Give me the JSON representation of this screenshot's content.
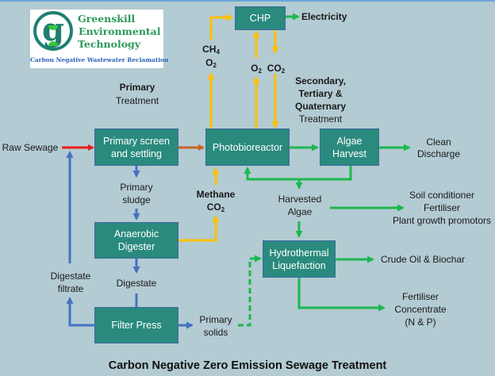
{
  "logo": {
    "icon": "g-circle-logo-icon",
    "name_lines": [
      "Greenskill",
      "Environmental",
      "Technology"
    ],
    "tagline": "Carbon Negative Wastewater Reclamation"
  },
  "title": "Carbon Negative Zero Emission Sewage Treatment",
  "stages": {
    "primary": {
      "bold": "Primary",
      "normal": "Treatment"
    },
    "secondary": {
      "bold_lines": [
        "Secondary,",
        "Tertiary &",
        "Quaternary"
      ],
      "normal": "Treatment"
    }
  },
  "boxes": {
    "chp": "CHP",
    "primary_screen": [
      "Primary screen",
      "and settling"
    ],
    "photobioreactor": "Photobioreactor",
    "algae_harvest": [
      "Algae",
      "Harvest"
    ],
    "anaerobic_digester": [
      "Anaerobic",
      "Digester"
    ],
    "htl": [
      "Hydrothermal",
      "Liquefaction"
    ],
    "filter_press": "Filter Press"
  },
  "labels": {
    "raw_sewage": "Raw Sewage",
    "electricity": "Electricity",
    "ch4": {
      "base": "CH",
      "sub": "4"
    },
    "o2_left": {
      "base": "O",
      "sub": "2"
    },
    "o2_mid": {
      "base": "O",
      "sub": "2"
    },
    "co2_mid": {
      "base": "CO",
      "sub": "2"
    },
    "clean_discharge": [
      "Clean",
      "Discharge"
    ],
    "primary_sludge": [
      "Primary",
      "sludge"
    ],
    "methane": "Methane",
    "methane_co2": {
      "base": "CO",
      "sub": "2"
    },
    "harvested_algae": [
      "Harvested",
      "Algae"
    ],
    "soil_products": [
      "Soil conditioner",
      "Fertiliser",
      "Plant growth promotors"
    ],
    "crude_oil": "Crude Oil & Biochar",
    "fertiliser_conc": [
      "Fertiliser",
      "Concentrate",
      "(N & P)"
    ],
    "digestate": "Digestate",
    "digestate_filtrate": [
      "Digestate",
      "filtrate"
    ],
    "primary_solids": [
      "Primary",
      "solids"
    ]
  },
  "colors": {
    "background": "#b3cbd2",
    "box_fill": "#2a8a7e",
    "box_border": "#3f6aa0",
    "raw_sewage_arrow": "#ee1c1c",
    "sludge_arrow": "#c8631e",
    "gas_arrow": "#ffc000",
    "product_arrow": "#1cb850",
    "solids_arrow": "#4472c4"
  }
}
